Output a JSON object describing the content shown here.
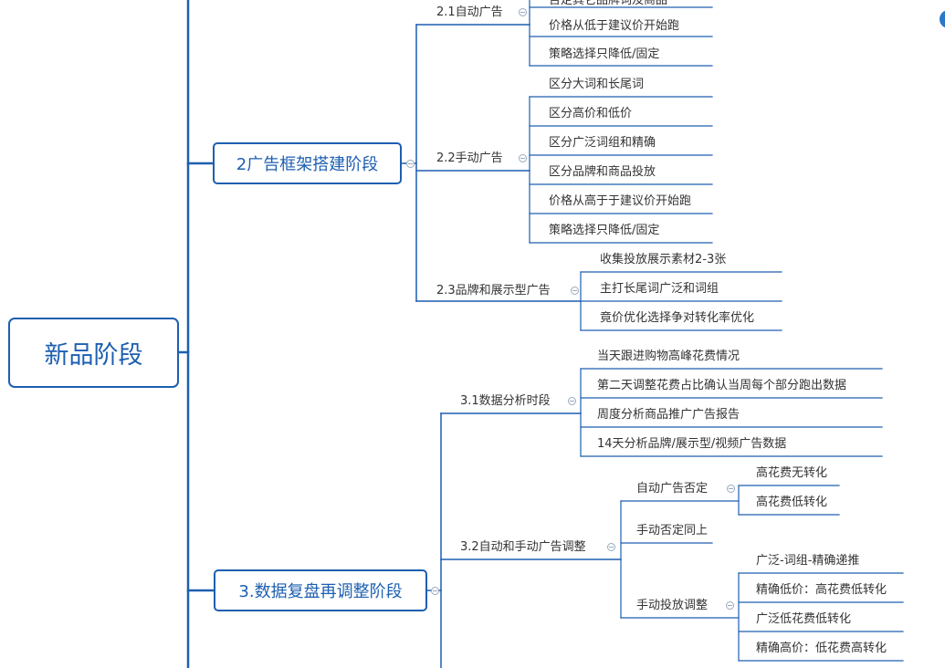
{
  "root": {
    "label": "新品阶段"
  },
  "stages": {
    "stage2": {
      "label": "2广告框架搭建阶段",
      "auto": {
        "label": "2.1自动广告",
        "items": [
          "否定其它品牌词及商品",
          "价格从低于建议价开始跑",
          "策略选择只降低/固定"
        ]
      },
      "manual": {
        "label": "2.2手动广告",
        "items": [
          "区分大词和长尾词",
          "区分高价和低价",
          "区分广泛词组和精确",
          "区分品牌和商品投放",
          "价格从高于于建议价开始跑",
          "策略选择只降低/固定"
        ]
      },
      "brand": {
        "label": "2.3品牌和展示型广告",
        "items": [
          "收集投放展示素材2-3张",
          "主打长尾词广泛和词组",
          "竟价优化选择争对转化率优化"
        ]
      }
    },
    "stage3": {
      "label": "3.数据复盘再调整阶段",
      "analysis": {
        "label": "3.1数据分析时段",
        "items": [
          "当天跟进购物高峰花费情况",
          "第二天调整花费占比确认当周每个部分跑出数据",
          "周度分析商品推广广告报告",
          "14天分析品牌/展示型/视频广告数据"
        ]
      },
      "adjust": {
        "label": "3.2自动和手动广告调整",
        "auto_negate": {
          "label": "自动广告否定",
          "items": [
            "高花费无转化",
            "高花费低转化"
          ]
        },
        "manual_negate": {
          "label": "手动否定同上"
        },
        "manual_bid": {
          "label": "手动投放调整",
          "items": [
            "广泛-词组-精确递推",
            "精确低价：高花费低转化",
            "广泛低花费低转化",
            "精确高价：低花费高转化"
          ]
        }
      }
    }
  },
  "colors": {
    "line": "#1d5fb0",
    "box_border": "#1d5fb0",
    "text": "#333333",
    "collapse": "#9aa9bd"
  }
}
